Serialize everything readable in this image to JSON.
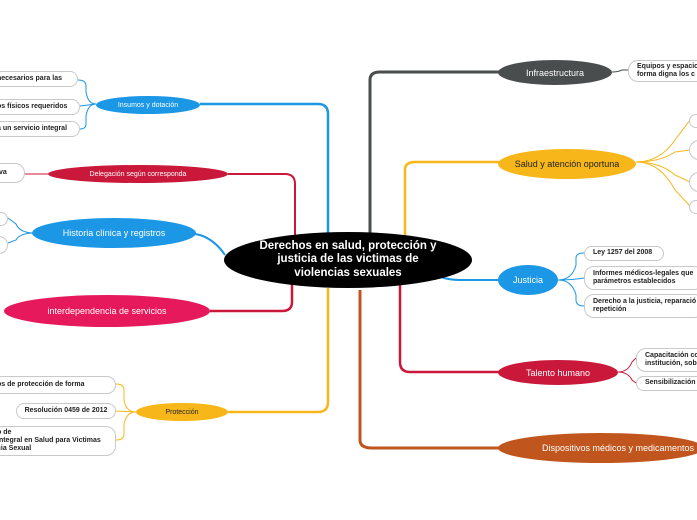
{
  "center": {
    "lines": [
      "Derechos en salud, protección y",
      "justicia de las victimas de",
      "violencias sexuales"
    ]
  },
  "right_topics": {
    "infraestructura": {
      "label": "Infraestructura",
      "color": "#4a4d4e",
      "leaves": [
        [
          "Equipos y espacio",
          "forma digna los c"
        ]
      ]
    },
    "salud": {
      "label": "Salud y atención oportuna",
      "color": "#f7b71a"
    },
    "justicia": {
      "label": "Justicia",
      "color": "#1b97e6",
      "leaves": [
        [
          "Ley 1257 del 2008"
        ],
        [
          "Informes médicos-legales que",
          "parámetros establecidos"
        ],
        [
          "Derecho a la justicia, reparació",
          "repetición"
        ]
      ]
    },
    "talento": {
      "label": "Talento humano",
      "color": "#c9183a",
      "leaves": [
        [
          "Capacitación co",
          "institución, sob"
        ],
        [
          "Sensibilización t"
        ]
      ]
    },
    "dispositivos": {
      "label": "Dispositivos médicos y medicamentos",
      "color": "#c0561d"
    }
  },
  "left_topics": {
    "insumos": {
      "label": "Insumos y dotación",
      "color": "#1b97e6",
      "leaves": [
        [
          "necesarios para las"
        ],
        [
          "os físicos requeridos"
        ],
        [
          "a un servicio integral"
        ]
      ]
    },
    "delegacion": {
      "label": "Delegación según corresponda",
      "color": "#c9183a",
      "leaves": [
        [
          "iva"
        ]
      ]
    },
    "historia": {
      "label": "Historia clínica y registros",
      "color": "#1b97e6"
    },
    "interdependencia": {
      "label": "interdependencia  de servicios",
      "color": "#e6195c"
    },
    "proteccion": {
      "label": "Protección",
      "color": "#f7b71a",
      "leaves": [
        [
          "os de protección de forma"
        ],
        [
          "Resolución 0459 de 2012"
        ],
        [
          "o de",
          "Integral en Salud para Victimas",
          "cia Sexual"
        ]
      ]
    }
  }
}
